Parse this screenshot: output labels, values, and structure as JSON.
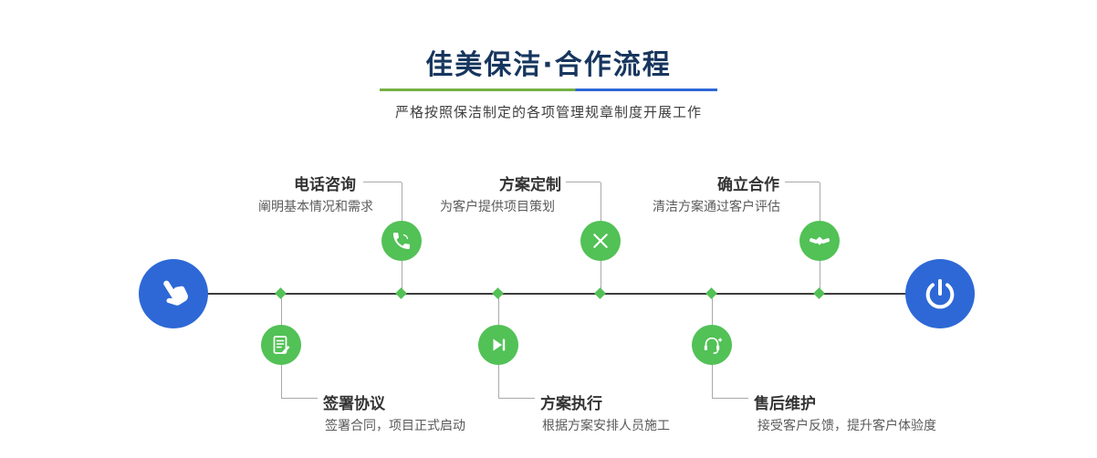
{
  "header": {
    "title": "佳美保洁·合作流程",
    "subtitle": "严格按照保洁制定的各项管理规章制度开展工作"
  },
  "process": {
    "top_steps": [
      {
        "title": "电话咨询",
        "desc": "阐明基本情况和需求",
        "icon": "phone-icon"
      },
      {
        "title": "方案定制",
        "desc": "为客户提供项目策划",
        "icon": "design-icon"
      },
      {
        "title": "确立合作",
        "desc": "清洁方案通过客户评估",
        "icon": "handshake-icon"
      }
    ],
    "bottom_steps": [
      {
        "title": "签署协议",
        "desc": "签署合同，项目正式启动",
        "icon": "contract-icon"
      },
      {
        "title": "方案执行",
        "desc": "根据方案安排人员施工",
        "icon": "execute-icon"
      },
      {
        "title": "售后维护",
        "desc": "接受客户反馈，提升客户体验度",
        "icon": "service-icon"
      }
    ],
    "endpoints": {
      "start_icon": "pointing-hand-icon",
      "end_icon": "power-icon"
    },
    "colors": {
      "accent_green": "#52c156",
      "accent_blue": "#2d68d6",
      "title_navy": "#17365e",
      "underline_green": "#76b043"
    }
  }
}
